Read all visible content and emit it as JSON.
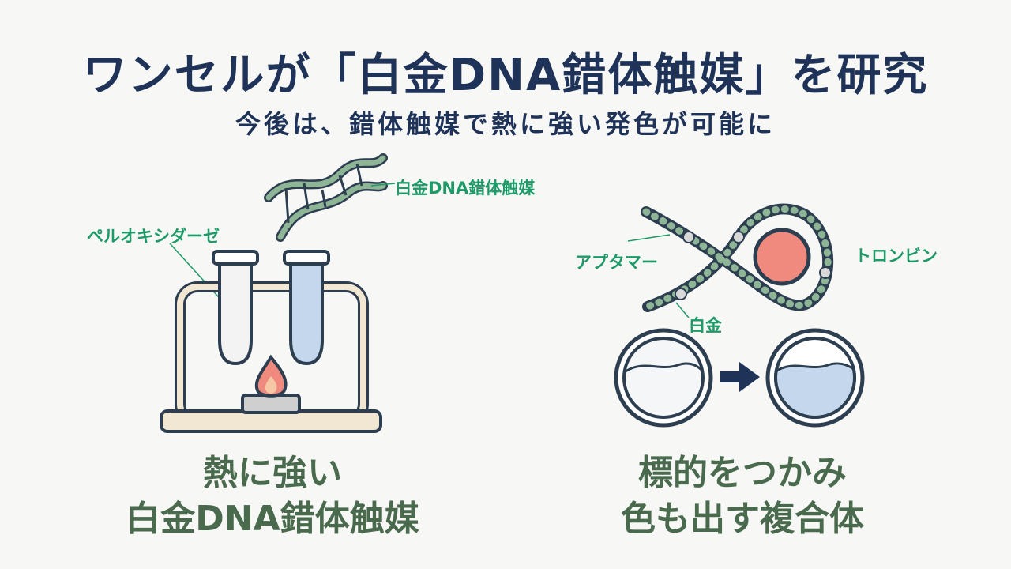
{
  "header": {
    "title": "ワンセルが「白金DNA錯体触媒」を研究",
    "subtitle": "今後は、錯体触媒で熱に強い発色が可能に"
  },
  "left_panel": {
    "dna_label": "白金DNA錯体触媒",
    "enzyme_label": "ペルオキシダーゼ",
    "caption_line1": "熱に強い",
    "caption_line2": "白金DNA錯体触媒"
  },
  "right_panel": {
    "aptamer_label": "アプタマー",
    "thrombin_label": "トロンビン",
    "platinum_label": "白金",
    "caption_line1": "標的をつかみ",
    "caption_line2": "色も出す複合体"
  },
  "colors": {
    "title": "#1f3358",
    "label": "#1d9a67",
    "caption": "#4a6a4e",
    "strand": "#8fb597",
    "thrombin": "#f08a7e",
    "liquid_blue": "#c5d7ec",
    "flame": "#f08a7e",
    "rack": "#f1e7d3"
  }
}
